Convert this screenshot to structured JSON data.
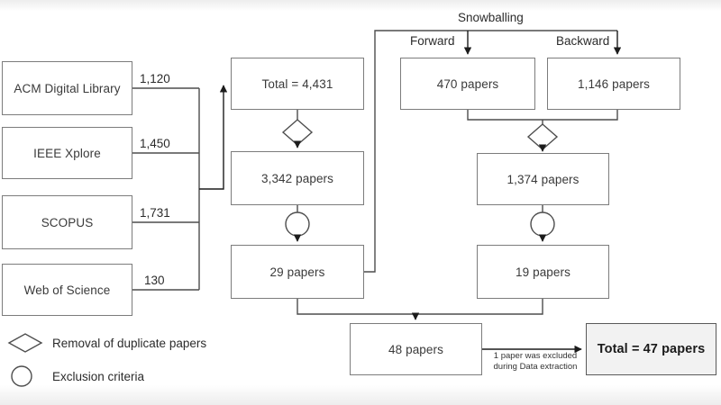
{
  "diagram": {
    "title_label": "Snowballing",
    "sources": [
      {
        "name": "ACM Digital Library",
        "count": "1,120"
      },
      {
        "name": "IEEE Xplore",
        "count": "1,450"
      },
      {
        "name": "SCOPUS",
        "count": "1,731"
      },
      {
        "name": "Web of Science",
        "count": "130"
      }
    ],
    "main_pipeline": [
      {
        "id": "total-initial",
        "label": "Total = 4,431"
      },
      {
        "id": "after-duplicates",
        "label": "3,342 papers"
      },
      {
        "id": "after-exclusion",
        "label": "29 papers"
      }
    ],
    "snowballing": {
      "label": "Snowballing",
      "forward_label": "Forward",
      "backward_label": "Backward",
      "forward_box": "470 papers",
      "backward_box": "1,146 papers",
      "after_duplicates": "1,374 papers",
      "after_exclusion": "19 papers"
    },
    "merge": {
      "combined": "48 papers",
      "exclusion_note": "1 paper was excluded during Data extraction",
      "exclusion_note_line1": "1 paper was excluded",
      "exclusion_note_line2": "during Data extraction",
      "final": "Total = 47 papers"
    },
    "legend": [
      {
        "shape": "diamond",
        "label": "Removal of duplicate papers"
      },
      {
        "shape": "circle",
        "label": "Exclusion criteria"
      }
    ],
    "colors": {
      "box_border": "#7c7c7c",
      "final_border": "#5a5a5a",
      "final_fill": "#f2f2f2",
      "line": "#4d4d4d",
      "text": "#3a3a3a"
    }
  }
}
